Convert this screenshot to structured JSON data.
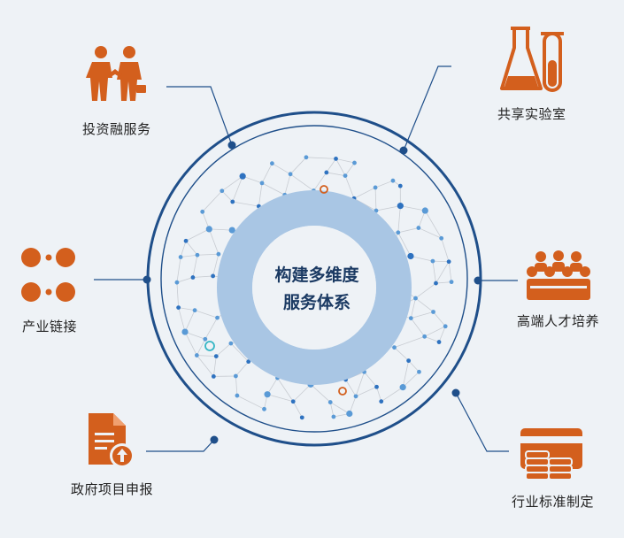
{
  "center": {
    "line1": "构建多维度",
    "line2": "服务体系"
  },
  "nodes": [
    {
      "label": "投资融服务",
      "icon": "handshake-business-icon"
    },
    {
      "label": "共享实验室",
      "icon": "lab-flask-icon"
    },
    {
      "label": "产业链接",
      "icon": "network-nodes-icon"
    },
    {
      "label": "高端人才培养",
      "icon": "group-people-icon"
    },
    {
      "label": "政府项目申报",
      "icon": "document-upload-icon"
    },
    {
      "label": "行业标准制定",
      "icon": "card-coins-icon"
    }
  ],
  "colors": {
    "accent": "#d35f1d",
    "ring": "#1f4f8a",
    "donut": "#a9c6e4",
    "background": "#eef2f6"
  }
}
